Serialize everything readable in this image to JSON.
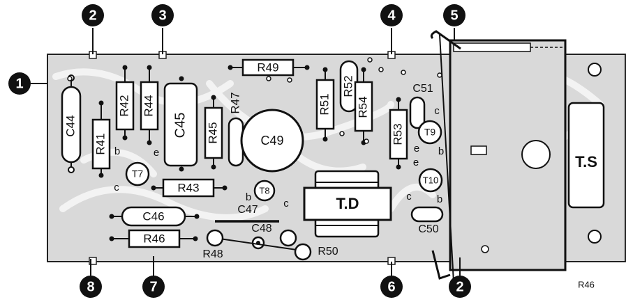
{
  "board": {
    "callouts": [
      "1",
      "2",
      "3",
      "4",
      "5",
      "2",
      "6",
      "7",
      "8"
    ],
    "corner_label": "R46",
    "colors": {
      "board": "#d9d9d9",
      "traces": "#f2f2f2",
      "ink": "#111111"
    }
  },
  "components": {
    "resistors": [
      "R41",
      "R42",
      "R43",
      "R44",
      "R45",
      "R46",
      "R47",
      "R49",
      "R51",
      "R52",
      "R53",
      "R54"
    ],
    "pads": [
      "R48",
      "R50"
    ],
    "capacitors": [
      "C44",
      "C45",
      "C46",
      "C47",
      "C48",
      "C49",
      "C50",
      "C51"
    ],
    "transistors": [
      "T7",
      "T8",
      "T9",
      "T10"
    ],
    "transformers": [
      "T.D",
      "T.S"
    ],
    "pins": {
      "b": "b",
      "c": "c",
      "e": "e"
    }
  }
}
